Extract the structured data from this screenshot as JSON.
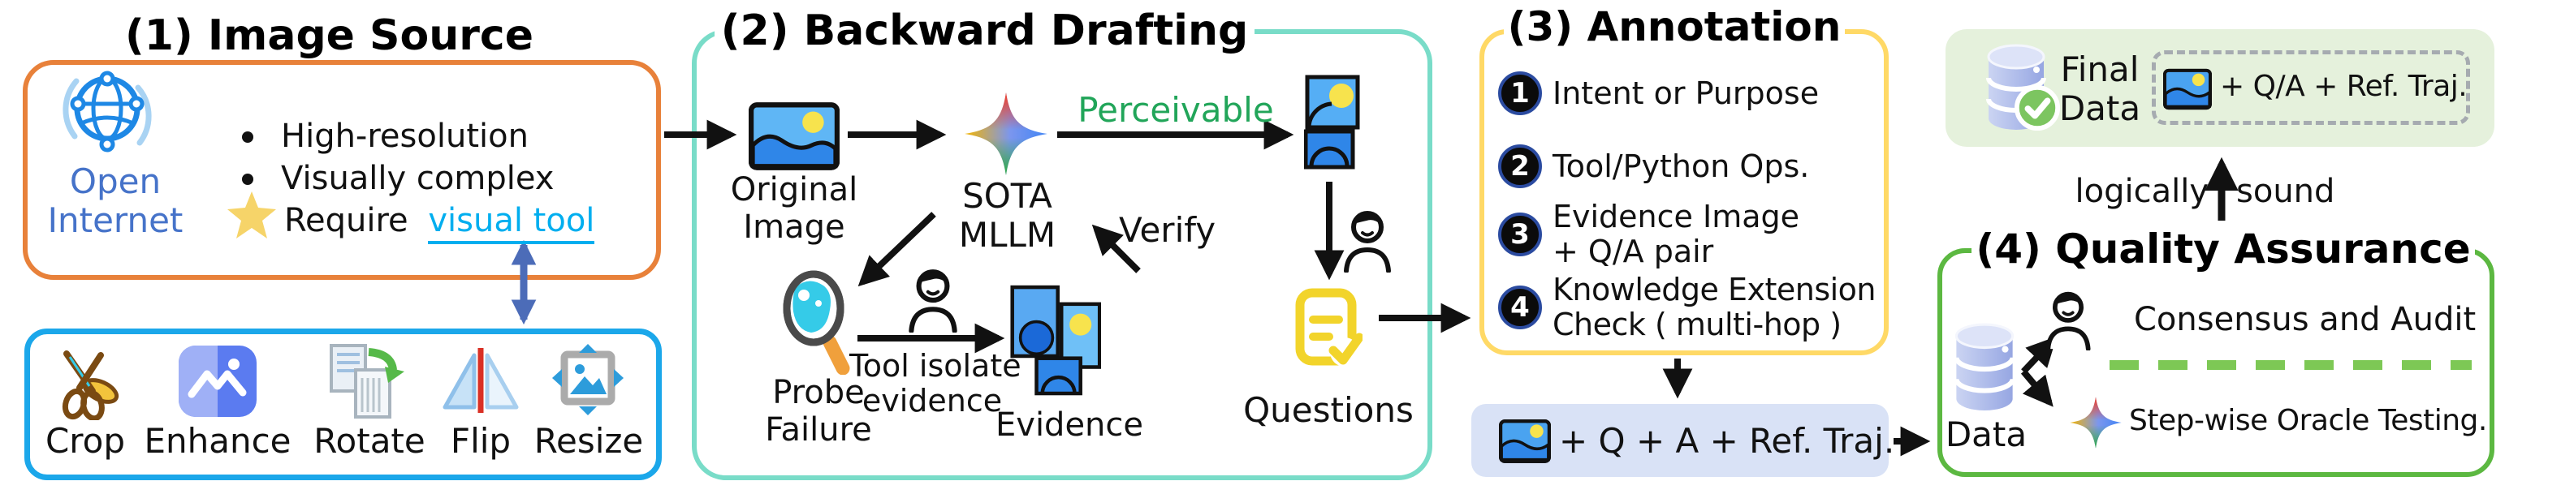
{
  "figure": {
    "s1": {
      "title": "(1) Image Source",
      "source_line1": "Open",
      "source_line2": "Internet",
      "bullets": [
        "High-resolution",
        "Visually complex"
      ],
      "bullet3_prefix": "Require",
      "bullet3_link": "visual tool"
    },
    "toolbox": {
      "tools": [
        "Crop",
        "Enhance",
        "Rotate",
        "Flip",
        "Resize"
      ]
    },
    "s2": {
      "title": "(2) Backward Drafting",
      "original_line1": "Original",
      "original_line2": "Image",
      "mllm_line1": "SOTA",
      "mllm_line2": "MLLM",
      "perceivable": "Perceivable",
      "verify": "Verify",
      "probe_line1": "Probe",
      "probe_line2": "Failure",
      "isolate_line1": "Tool isolate",
      "isolate_line2": "evidence",
      "evidence": "Evidence",
      "questions": "Questions"
    },
    "s3": {
      "title": "(3) Annotation",
      "items": [
        {
          "num": "1",
          "lines": [
            "Intent or Purpose"
          ]
        },
        {
          "num": "2",
          "lines": [
            "Tool/Python Ops."
          ]
        },
        {
          "num": "3",
          "lines": [
            "Evidence Image",
            "+ Q/A pair"
          ]
        },
        {
          "num": "4",
          "lines": [
            "Knowledge Extension",
            "Check ( multi-hop )"
          ]
        }
      ]
    },
    "record": {
      "text": "+ Q + A + Ref. Traj."
    },
    "s4": {
      "title": "(4) Quality Assurance",
      "data_label": "Data",
      "consensus": "Consensus and Audit",
      "oracle": "Step-wise Oracle Testing.",
      "logically": "logically",
      "sound": "sound"
    },
    "final": {
      "line1": "Final",
      "line2": "Data",
      "record_text": "+ Q/A + Ref. Traj."
    }
  },
  "colors": {
    "box1_border": "#E8813A",
    "toolbox_border": "#1BA7EA",
    "box2_border": "#79DCC8",
    "box3_border": "#FFD966",
    "box4_border": "#5CB841",
    "final_box_bg": "#E5F1DC",
    "record_box_bg": "#D9E2F6",
    "link_text": "#00AEEF",
    "open_internet_text": "#4673C9",
    "perceivable_text": "#21A559",
    "double_arrow": "#4C6CB8",
    "dashed_divider": "#7DC855",
    "star": "#F6D469"
  }
}
